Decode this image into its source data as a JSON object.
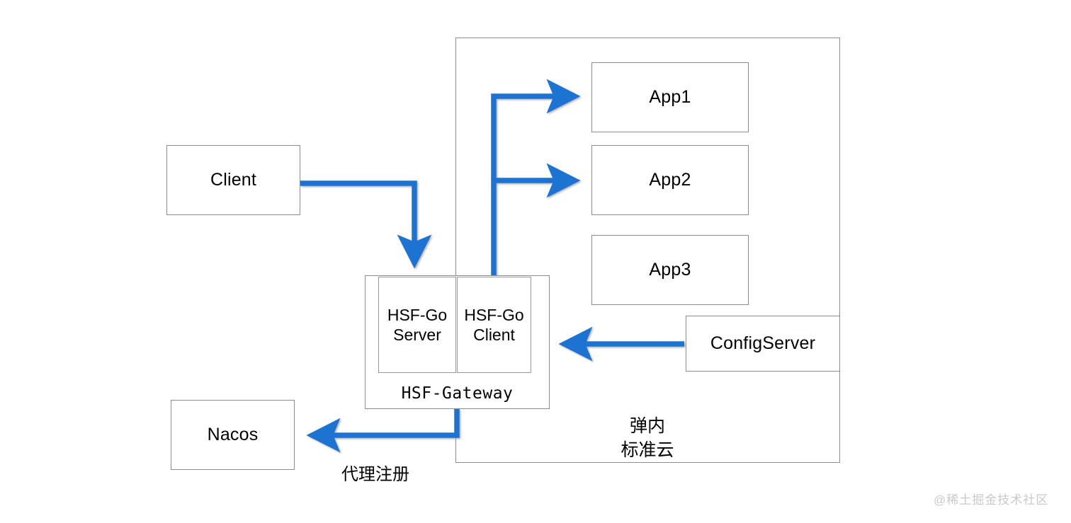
{
  "diagram": {
    "title": "HSF-Gateway architecture",
    "accent_color": "#1a73d1",
    "box_border_color": "#8c8c8c",
    "text_color": "#000000",
    "watermark_color": "#c9c9c9"
  },
  "outer_region": {
    "name": "弹内标准云",
    "caption": "弹内\n标准云"
  },
  "nodes": {
    "client": {
      "label": "Client"
    },
    "app1": {
      "label": "App1"
    },
    "app2": {
      "label": "App2"
    },
    "app3": {
      "label": "App3"
    },
    "config_server": {
      "label": "ConfigServer"
    },
    "nacos": {
      "label": "Nacos"
    },
    "gateway": {
      "label": "HSF-Gateway"
    },
    "hsf_go_server": {
      "label": "HSF-Go\nServer"
    },
    "hsf_go_client": {
      "label": "HSF-Go\nClient"
    }
  },
  "annotations": {
    "proxy_register": "代理注册"
  },
  "watermark": {
    "text": "@稀土掘金技术社区"
  },
  "edges": [
    {
      "name": "client-to-gateway",
      "from": "Client",
      "to": "HSF-Gateway",
      "label": ""
    },
    {
      "name": "gateway-to-app1",
      "from": "HSF-Go Client",
      "to": "App1",
      "label": ""
    },
    {
      "name": "gateway-to-app2",
      "from": "HSF-Go Client",
      "to": "App2",
      "label": ""
    },
    {
      "name": "configserver-to-gateway",
      "from": "ConfigServer",
      "to": "HSF-Gateway",
      "label": ""
    },
    {
      "name": "gateway-to-nacos",
      "from": "HSF-Gateway",
      "to": "Nacos",
      "label": "代理注册"
    }
  ]
}
